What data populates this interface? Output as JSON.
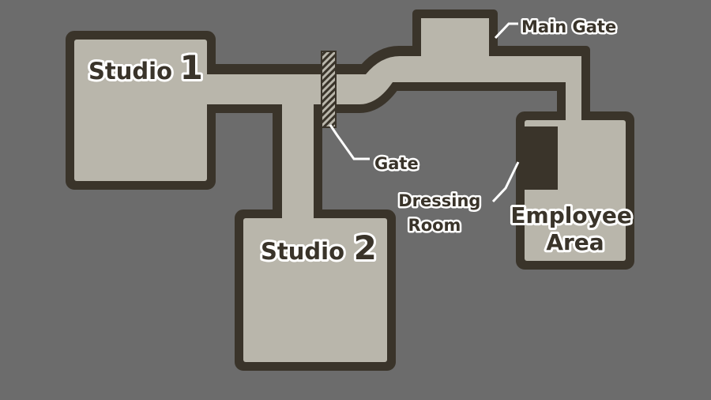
{
  "map": {
    "rooms": {
      "studio1": {
        "word": "Studio",
        "number": "1"
      },
      "studio2": {
        "word": "Studio",
        "number": "2"
      },
      "employee_area": {
        "line1": "Employee",
        "line2": "Area"
      }
    },
    "labels": {
      "main_gate": "Main Gate",
      "gate": "Gate",
      "dressing_room_line1": "Dressing",
      "dressing_room_line2": "Room"
    },
    "colors": {
      "background": "#6c6c6c",
      "floor": "#b9b6ab",
      "wall": "#3a342a",
      "label_outline": "#ffffff"
    }
  }
}
